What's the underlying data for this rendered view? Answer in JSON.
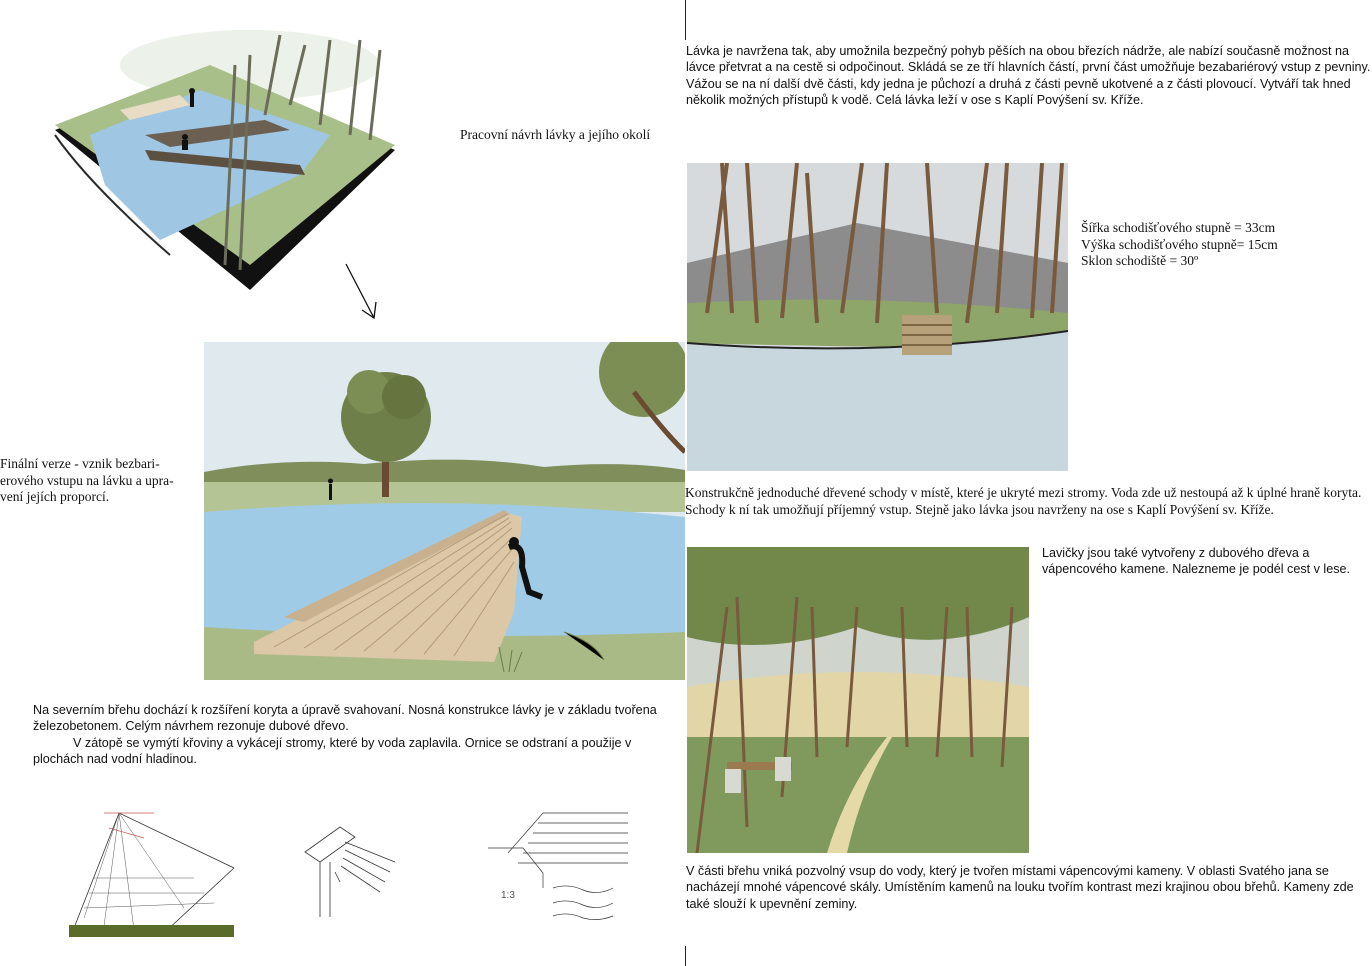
{
  "caption_work": "Pracovní návrh lávky a jejího okolí",
  "caption_final": "Finální verze - vznik bezbari­erového vstupu na lávku a upra­vení jejích proporcí.",
  "intro_text": "Lávka je navržena tak, aby umožnila bezpečný pohyb pěších na obou březích nádrže, ale nabízí současně možnost na lávce přetvrat a na cestě si odpočinout. Skládá se ze tří hlavních částí, první část umožňuje bezabariérový vstup z pevniny. Vážou se na ní další dvě části, kdy jedna je půchozí a druhá z části pevně ukotvené a z části plovoucí. Vytváří tak hned několik možných přístupů k vodě. Celá lávka leží v ose s Kaplí Povýšení sv. Kříže.",
  "stairs_dims": {
    "width": "Šířka schodišťového stupně = 33cm",
    "height": "Výška schodišťového stupně= 15cm",
    "slope": "Sklon schodiště = 30º"
  },
  "stairs_text": "Konstrukčně jednoduché dřevené schody v místě, které je ukryté mezi stromy. Voda zde už nestoupá až k úplné hraně koryta. Schody k ní tak umožňují příjemný vstup. Stejně jako lávka jsou navrženy na ose s Kaplí Povýšení sv. Kříže.",
  "bench_text": "Lavičky jsou také vytvořeny z dubového dřeva a vápencového kamene. Nalezneme je podél cest v lese.",
  "north_bank_p1": "Na severním břehu dochází k rozšíření koryta a úpravě svahovaní. Nosná konstrukce lávky je v základu tvořena železobetonem. Celým návrhem rezonuje dubové dřevo.",
  "north_bank_p2": "V zátopě se vymýtí křoviny a vykácejí stromy, které by voda zaplavila. Ornice se odstraní a použije v plochách nad vodní hladinou.",
  "shore_text": "V části břehu vniká pozvolný vsup do vody, který je tvořen místami vápencovými kameny. V oblasti Svatého jana se nacházejí mnohé vápencové skály. Umístěním kamenů na louku tvořím kontrast mezi krajinou obou břehů. Kameny zde také slouží k upevnění zeminy.",
  "sketch_ratio_label": "1:3",
  "colors": {
    "water": "#9fcbe6",
    "grass": "#8fa66a",
    "wood": "#d8c2a0",
    "sky": "#dfe9ee",
    "dark_grass": "#5d6b3a"
  }
}
